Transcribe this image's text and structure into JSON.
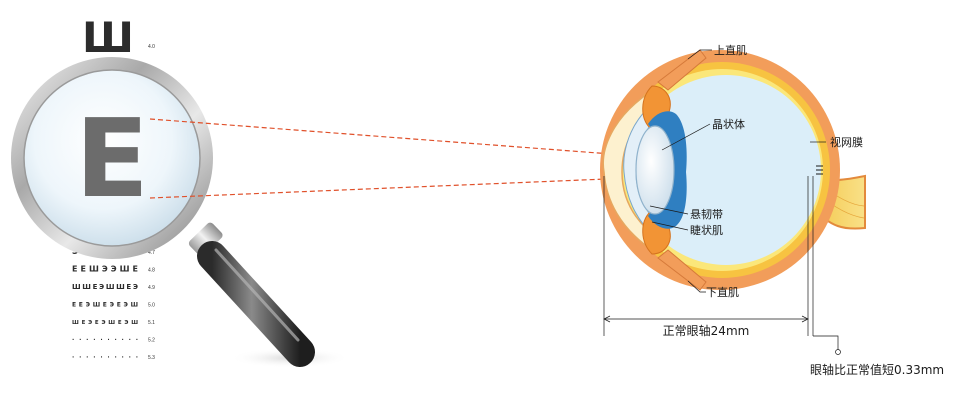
{
  "chart": {
    "top_letter": "Ш",
    "top_value": "4.0",
    "magnified_letter": "E",
    "rows": [
      {
        "letters": "ЭШЕЕЭШЭ",
        "value": "4.7"
      },
      {
        "letters": "ЕЕШЭЭШЕ",
        "value": "4.8"
      },
      {
        "letters": "ШШЕЭШШЕЭ",
        "value": "4.9"
      },
      {
        "letters": "ЕЕЭШЕЭЕЭШ",
        "value": "5.0"
      },
      {
        "letters": "ШЕЭЕЭШЕЭШ",
        "value": "5.1"
      },
      {
        "letters": "··········",
        "value": "5.2"
      },
      {
        "letters": "··········",
        "value": "5.3"
      }
    ]
  },
  "eye": {
    "labels": {
      "superior_rectus": "上直肌",
      "lens": "晶状体",
      "retina": "视网膜",
      "zonule": "悬韧带",
      "ciliary_muscle": "睫状肌",
      "inferior_rectus": "下直肌"
    },
    "axis_normal": "正常眼轴24mm",
    "axis_short": "眼轴比正常值短0.33mm"
  },
  "colors": {
    "sclera": "#f29d5a",
    "choroid": "#f7c341",
    "retina": "#fbe77a",
    "vitreous": "#dbeef9",
    "cornea": "#fdf1cf",
    "ray": "#e0502a",
    "ciliary": "#f29435",
    "blue_ring": "#2f7fc1"
  }
}
